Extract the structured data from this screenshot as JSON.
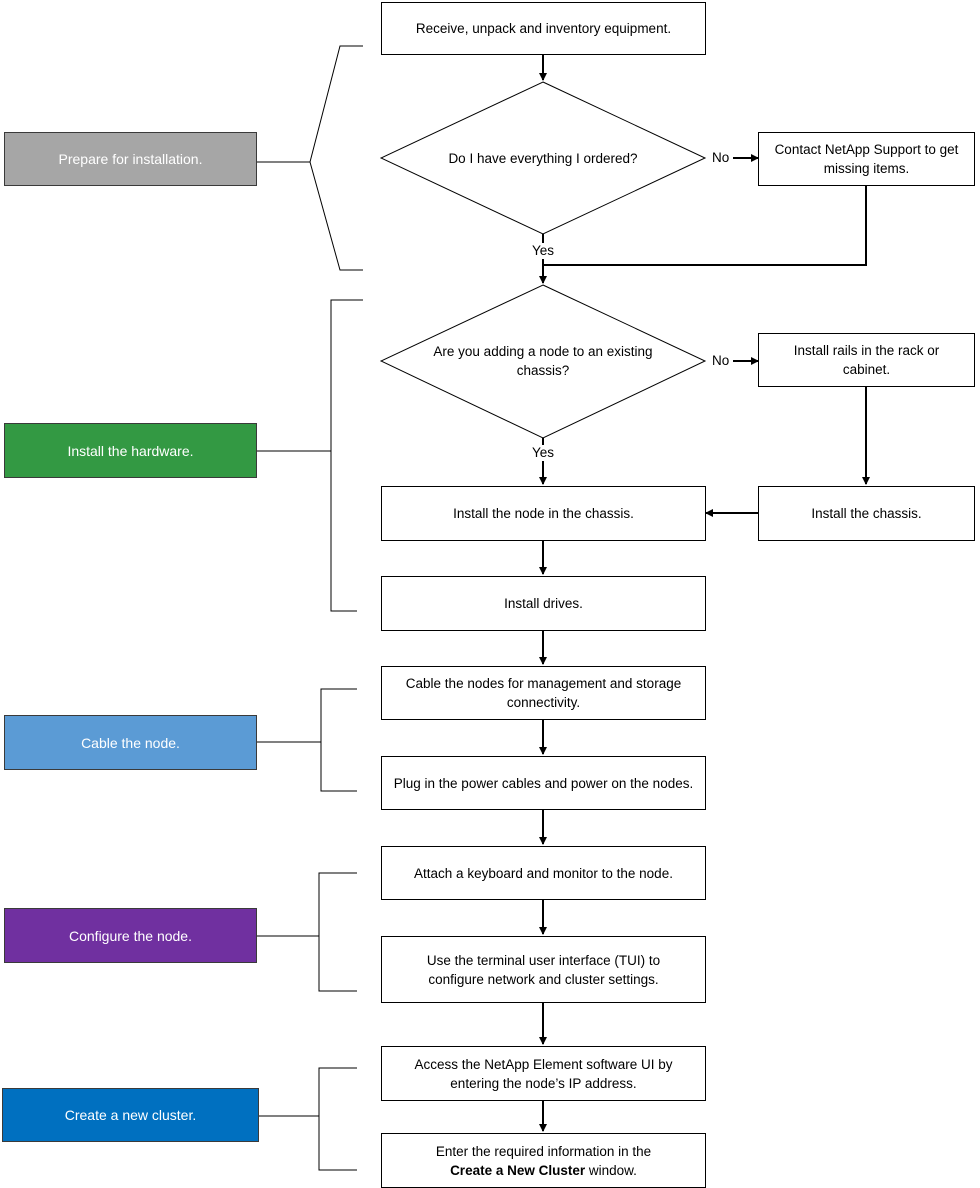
{
  "phases": {
    "prepare": {
      "label": "Prepare for installation.",
      "color": "#a6a6a6"
    },
    "hardware": {
      "label": "Install the hardware.",
      "color": "#339943"
    },
    "cable": {
      "label": "Cable the node.",
      "color": "#5b9bd5"
    },
    "configure": {
      "label": "Configure the node.",
      "color": "#7030a0"
    },
    "cluster": {
      "label": "Create a new cluster.",
      "color": "#0070c0"
    }
  },
  "steps": {
    "receive": "Receive, unpack and inventory equipment.",
    "have_everything": "Do I have everything I ordered?",
    "contact_support": "Contact NetApp Support to get missing items.",
    "adding_node": "Are you adding a node to an existing chassis?",
    "install_rails": "Install rails in the rack or cabinet.",
    "install_node": "Install the node in the chassis.",
    "install_chassis": "Install the chassis.",
    "install_drives": "Install drives.",
    "cable_nodes": "Cable the nodes for management and storage connectivity.",
    "plug_power": "Plug in the power cables and power on the nodes.",
    "attach_keyboard": "Attach a keyboard and monitor to the node.",
    "use_tui": "Use the terminal user interface (TUI) to configure network and cluster settings.",
    "access_ui": "Access the NetApp Element software UI by entering the node’s IP address.",
    "enter_info_prefix": "Enter the required information in the",
    "enter_info_bold": "Create a New Cluster",
    "enter_info_suffix": "window."
  },
  "labels": {
    "no_1": "No",
    "yes_1": "Yes",
    "no_2": "No",
    "yes_2": "Yes"
  }
}
